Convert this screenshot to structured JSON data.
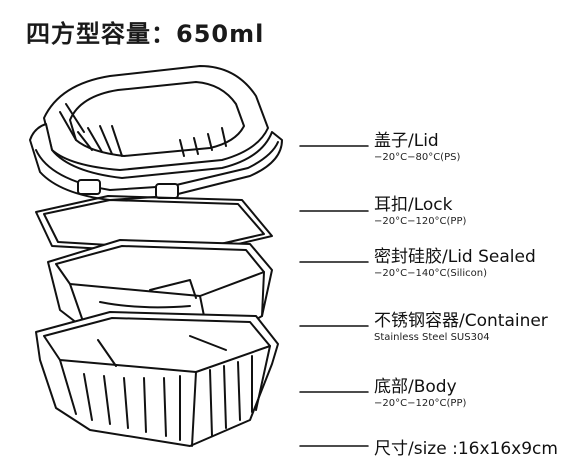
{
  "title": "四方型容量：650ml",
  "parts": [
    {
      "name": "盖子/Lid",
      "spec": "−20°C−80°C(PS)"
    },
    {
      "name": "耳扣/Lock",
      "spec": "−20°C−120°C(PP)"
    },
    {
      "name": "密封硅胶/Lid Sealed",
      "spec": "−20°C−140°C(Silicon)"
    },
    {
      "name": "不锈钢容器/Container",
      "spec": "Stainless Steel SUS304"
    },
    {
      "name": "底部/Body",
      "spec": "−20°C−120°C(PP)"
    }
  ],
  "size": "尺寸/size :16x16x9cm"
}
